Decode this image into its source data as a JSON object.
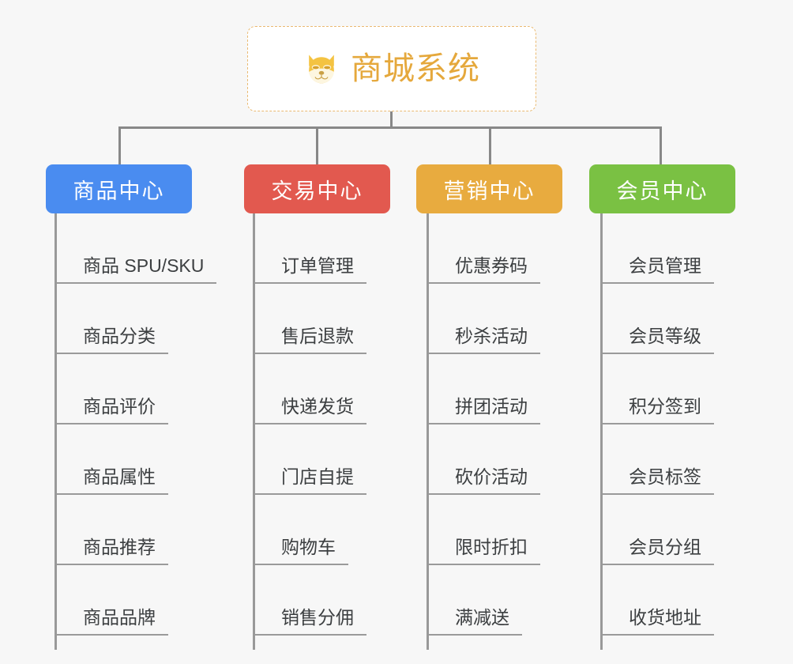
{
  "root": {
    "title": "商城系统",
    "icon": "dog-face-emoji",
    "border_color": "#eaba72",
    "text_color": "#e5a83c",
    "background": "#ffffff"
  },
  "canvas": {
    "background": "#f7f7f7",
    "connector_color": "#888888",
    "leaf_line_color": "#9a9a9a",
    "leaf_text_color": "#3c3f41"
  },
  "branches": [
    {
      "label": "商品中心",
      "color": "#4a8cf0",
      "items": [
        "商品 SPU/SKU",
        "商品分类",
        "商品评价",
        "商品属性",
        "商品推荐",
        "商品品牌"
      ]
    },
    {
      "label": "交易中心",
      "color": "#e2594f",
      "items": [
        "订单管理",
        "售后退款",
        "快递发货",
        "门店自提",
        "购物车",
        "销售分佣"
      ]
    },
    {
      "label": "营销中心",
      "color": "#e8ab3f",
      "items": [
        "优惠券码",
        "秒杀活动",
        "拼团活动",
        "砍价活动",
        "限时折扣",
        "满减送"
      ]
    },
    {
      "label": "会员中心",
      "color": "#7ac143",
      "items": [
        "会员管理",
        "会员等级",
        "积分签到",
        "会员标签",
        "会员分组",
        "收货地址"
      ]
    }
  ]
}
